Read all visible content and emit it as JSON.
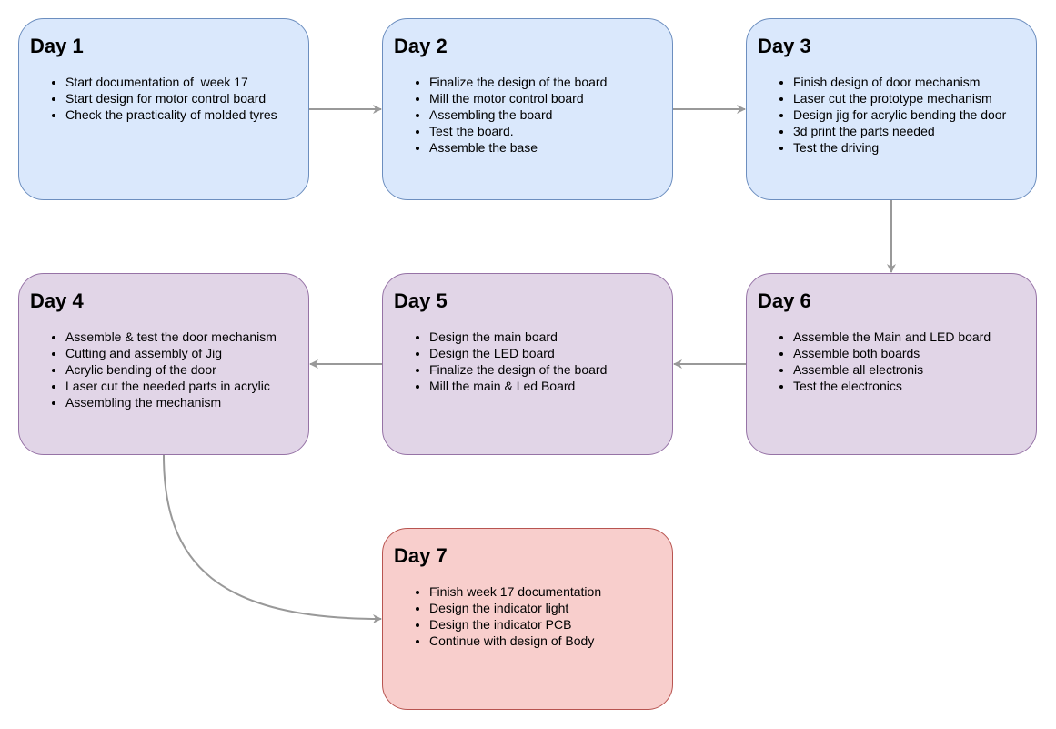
{
  "colors": {
    "blue_fill": "#dae8fc",
    "blue_stroke": "#6c8ebf",
    "purple_fill": "#e1d5e7",
    "purple_stroke": "#9673a6",
    "red_fill": "#f8cecc",
    "red_stroke": "#b85450",
    "connector": "#999999"
  },
  "days": [
    {
      "title": "Day 1",
      "items": [
        "Start documentation of  week 17",
        "Start design for motor control board",
        "Check the practicality of molded tyres"
      ]
    },
    {
      "title": "Day 2",
      "items": [
        "Finalize the design of the board",
        "Mill the motor control board",
        "Assembling the board",
        "Test the board.",
        "Assemble the base"
      ]
    },
    {
      "title": "Day 3",
      "items": [
        "Finish design of door mechanism",
        "Laser cut the prototype mechanism",
        "Design jig for acrylic bending the door",
        "3d print the parts needed",
        "Test the driving"
      ]
    },
    {
      "title": "Day 4",
      "items": [
        "Assemble & test the door mechanism",
        "Cutting and assembly of Jig",
        "Acrylic bending of the door",
        "Laser cut the needed parts in acrylic",
        "Assembling the mechanism"
      ]
    },
    {
      "title": "Day 5",
      "items": [
        "Design the main board",
        "Design the LED board",
        "Finalize the design of the board",
        "Mill the main & Led Board"
      ]
    },
    {
      "title": "Day 6",
      "items": [
        "Assemble the Main and LED board",
        "Assemble both boards",
        "Assemble all electronis",
        "Test the electronics"
      ]
    },
    {
      "title": "Day 7",
      "items": [
        "Finish week 17 documentation",
        "Design the indicator light",
        "Design the indicator PCB",
        "Continue with design of Body"
      ]
    }
  ]
}
